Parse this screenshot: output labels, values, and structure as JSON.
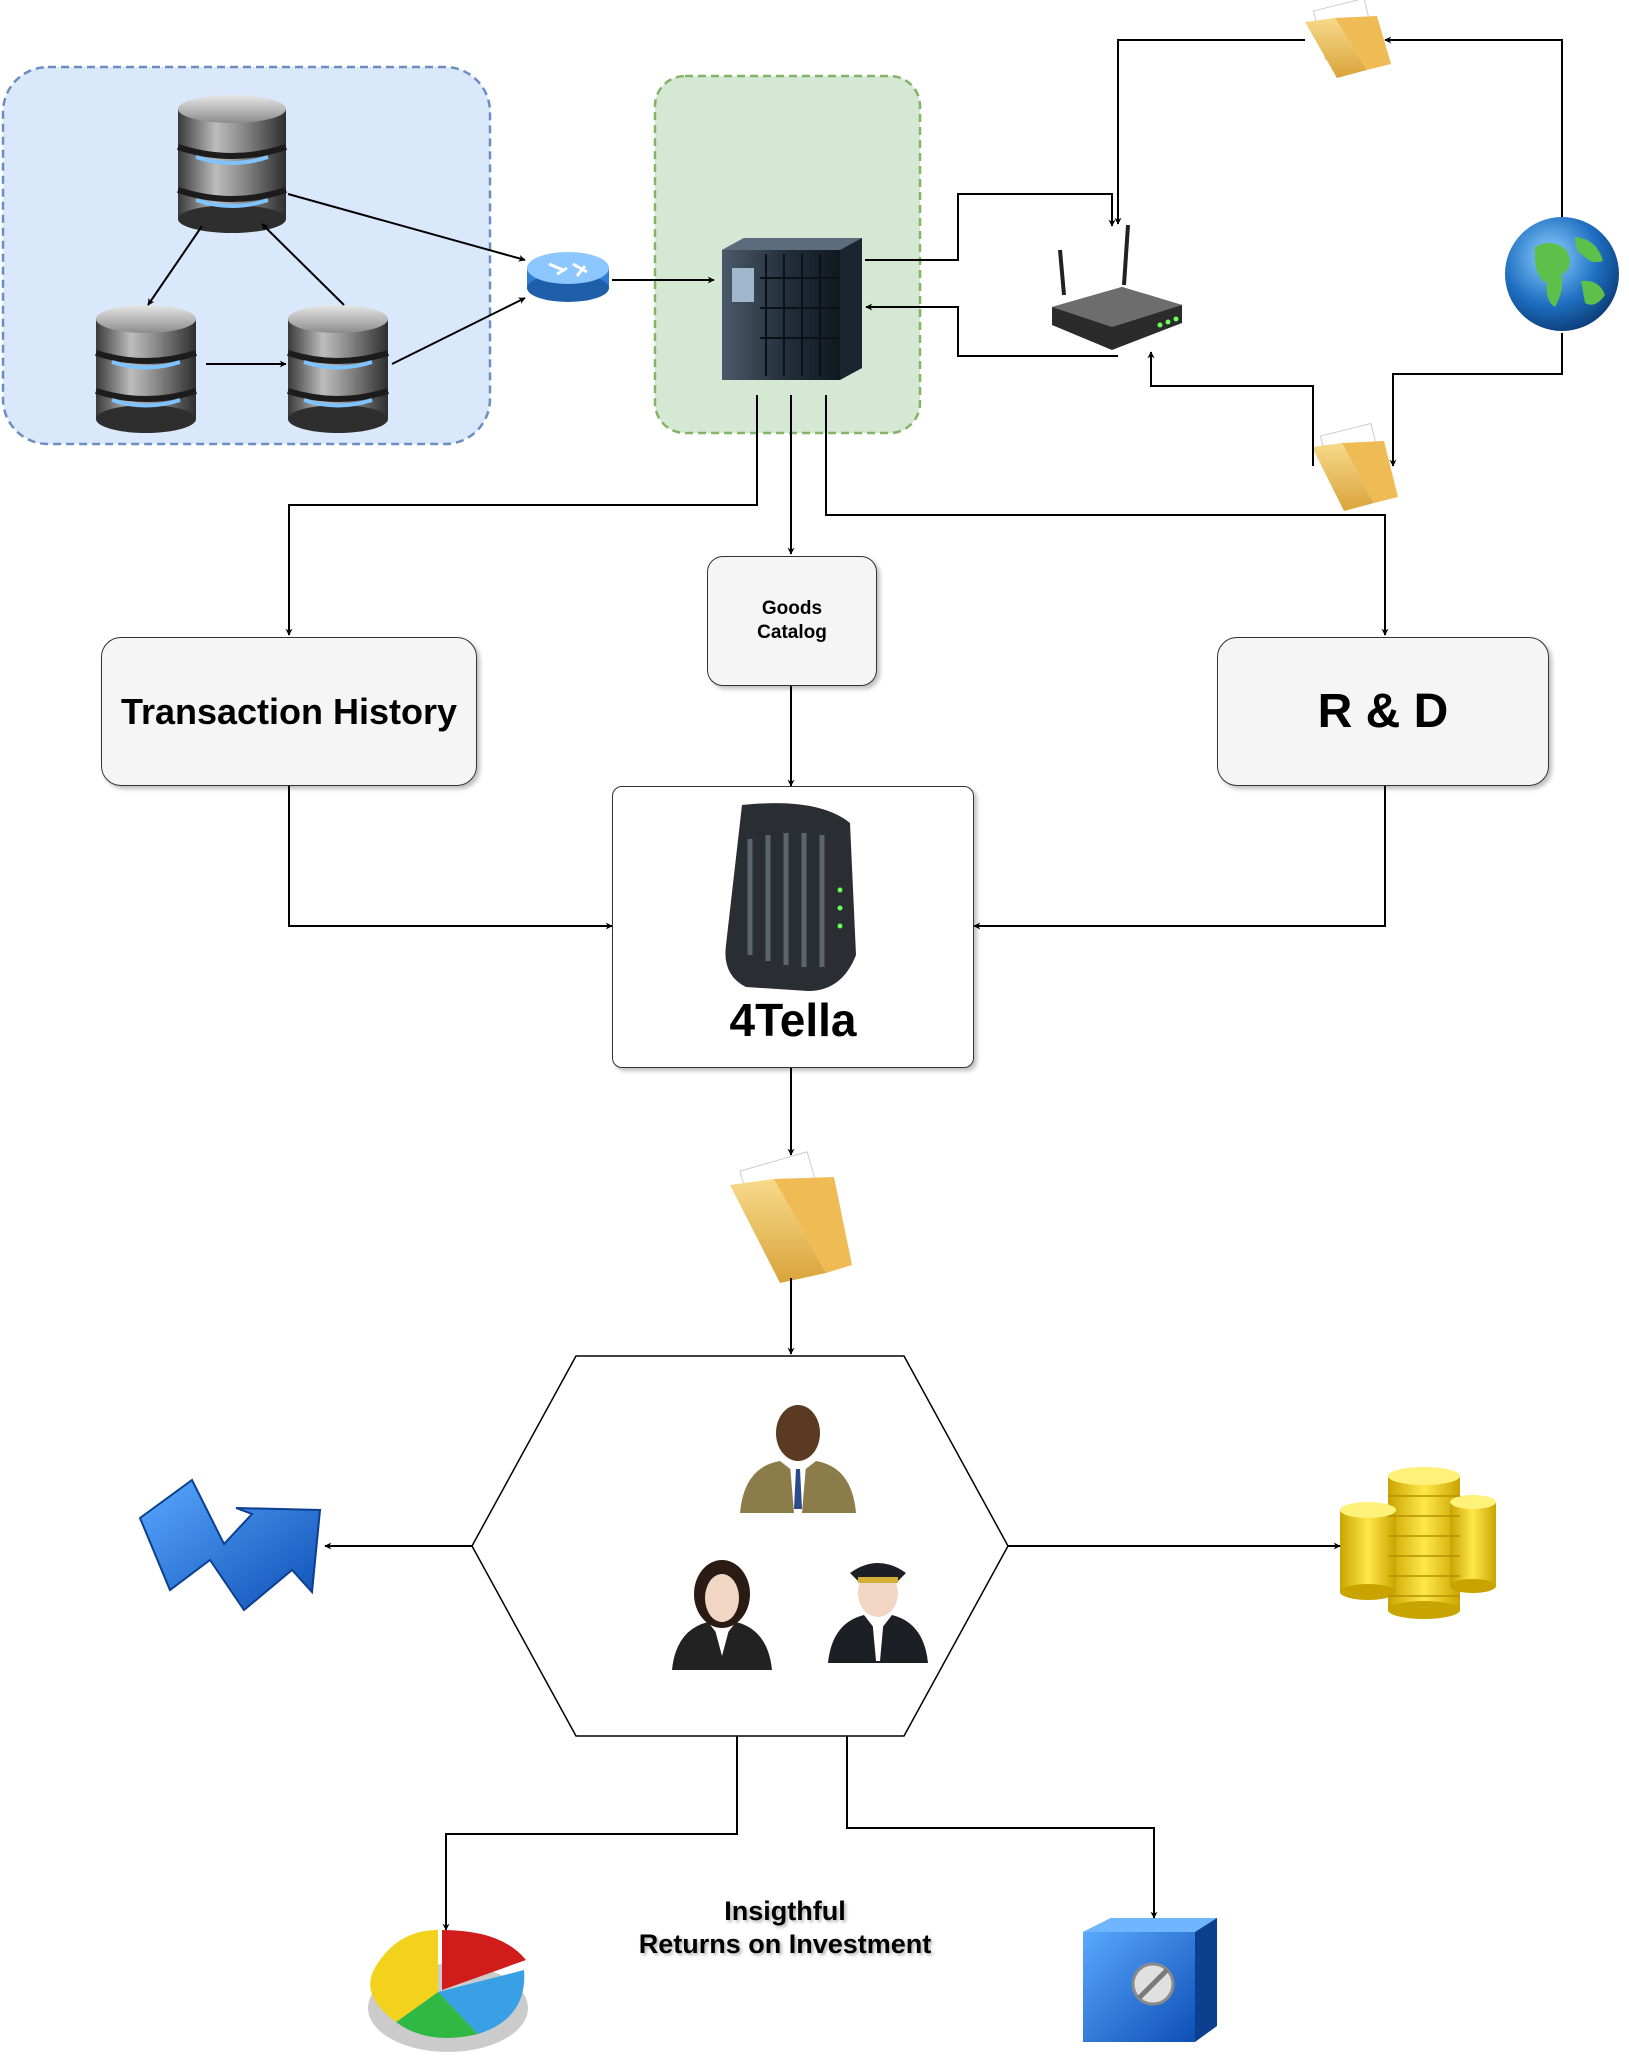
{
  "nodes": {
    "goods_catalog": "Goods\nCatalog",
    "transaction_history": "Transaction History",
    "rnd": "R & D",
    "fourtella": "4Tella",
    "insight": "Insigthful\nReturns on Investment"
  },
  "icons": {
    "db_top": "database-icon",
    "db_left": "database-icon",
    "db_right": "database-icon",
    "router": "router-icon",
    "server": "server-icon",
    "wireless_router": "wireless-router-icon",
    "globe": "globe-icon",
    "folder_top": "folder-icon",
    "folder_mid": "folder-icon",
    "folder_center": "folder-icon",
    "modem": "modem-icon",
    "businessman": "businessman-icon",
    "businesswoman": "businesswoman-icon",
    "pilot": "pilot-icon",
    "trend": "trend-arrow-icon",
    "coins": "coins-icon",
    "pie": "pie-chart-icon",
    "safe": "safe-icon"
  },
  "colors": {
    "db_group_fill": "#dae8fc",
    "db_group_stroke": "#6c8ebf",
    "server_group_fill": "#d5e8d4",
    "server_group_stroke": "#82b366",
    "node_fill": "#f5f5f5"
  }
}
